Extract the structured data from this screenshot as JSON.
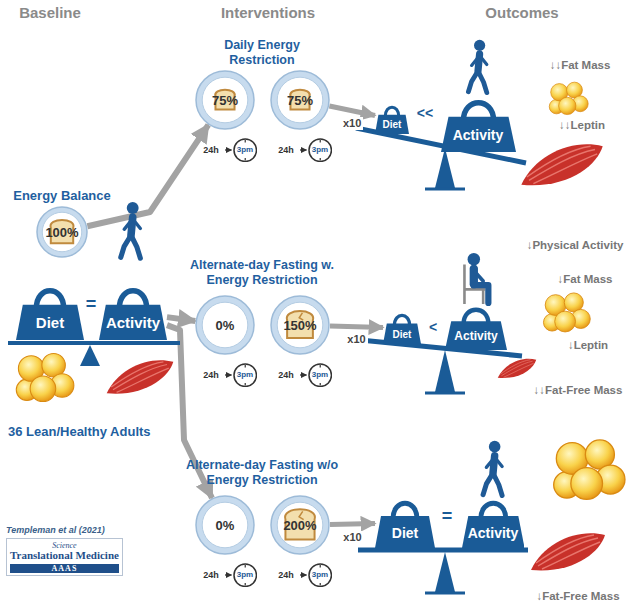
{
  "diagram": {
    "nodes": [
      {
        "text": [
          "Energy Balance",
          "100%"
        ]
      },
      {
        "text": [
          "Diet"
        ]
      },
      {
        "text": [
          "Activity"
        ]
      },
      {
        "text": [
          "75%"
        ]
      },
      {
        "text": [
          "3pm"
        ]
      },
      {
        "text": [
          "75%"
        ]
      },
      {
        "text": [
          "3pm"
        ]
      },
      {
        "text": [
          "Diet"
        ]
      },
      {
        "text": [
          "Activity"
        ]
      },
      {
        "text": [
          "0%"
        ]
      },
      {
        "text": [
          "3pm"
        ]
      },
      {
        "text": [
          "150%"
        ]
      },
      {
        "text": [
          "3pm"
        ]
      },
      {
        "text": [
          "Diet"
        ]
      },
      {
        "text": [
          "Activity"
        ]
      },
      {
        "text": [
          "0%"
        ]
      },
      {
        "text": [
          "3pm"
        ]
      },
      {
        "text": [
          "200%"
        ]
      },
      {
        "text": [
          "3pm"
        ]
      },
      {
        "text": [
          "Diet"
        ]
      },
      {
        "text": [
          "Activity"
        ]
      },
      {
        "text": [
          "Science",
          "Translational Medicine",
          "AAAS"
        ]
      }
    ],
    "edges": [
      {
        "from": 0,
        "to": 3,
        "arrow": "to"
      },
      {
        "from": 2,
        "to": 9,
        "arrow": "to"
      },
      {
        "from": 2,
        "to": 15,
        "arrow": "to"
      },
      {
        "from": 5,
        "to": 7,
        "label": "x10",
        "arrow": "to"
      },
      {
        "from": 11,
        "to": 13,
        "label": "x10",
        "arrow": "to"
      },
      {
        "from": 17,
        "to": 19,
        "label": "x10",
        "arrow": "to"
      }
    ],
    "labels": [
      "Baseline",
      "Interventions",
      "Outcomes",
      "=",
      "36 Lean/Healthy Adults",
      "Daily Energy Restriction",
      "24h",
      "24h",
      "<<",
      "↓↓Fat Mass",
      "↓↓Leptin",
      "Alternate-day Fasting w. Energy Restriction",
      "24h",
      "24h",
      "↓Physical Activity",
      "<",
      "↓Fat Mass",
      "↓Leptin",
      "↓↓Fat-Free Mass",
      "Alternate-day Fasting w/o Energy Restriction",
      "24h",
      "24h",
      "=",
      "↓Fat-Free Mass",
      "Templeman et al (2021)"
    ]
  }
}
